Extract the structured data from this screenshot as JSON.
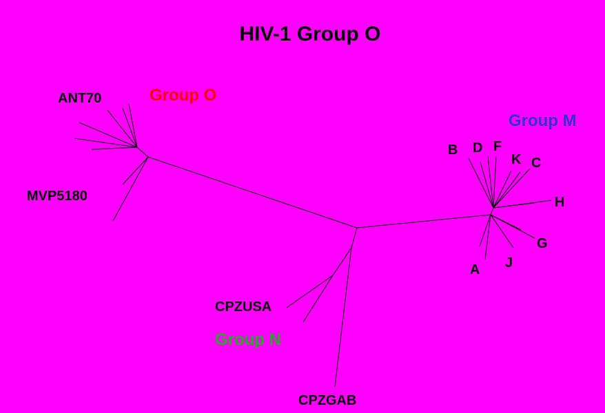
{
  "title": "HIV-1 Group O",
  "groups": {
    "o": {
      "label": "Group O",
      "color": "#ff0000"
    },
    "m": {
      "label": "Group M",
      "color": "#3333cc"
    },
    "n": {
      "label": "Group N",
      "color": "#22aa22"
    }
  },
  "taxa": {
    "ant70": "ANT70",
    "mvp5180": "MVP5180",
    "cpzusa": "CPZUSA",
    "cpzgab": "CPZGAB",
    "b": "B",
    "d": "D",
    "f": "F",
    "k": "K",
    "c": "C",
    "h": "H",
    "g": "G",
    "j": "J",
    "a": "A"
  },
  "colors": {
    "background": "#ff00ff",
    "branch": "#000000",
    "label": "#000000"
  }
}
